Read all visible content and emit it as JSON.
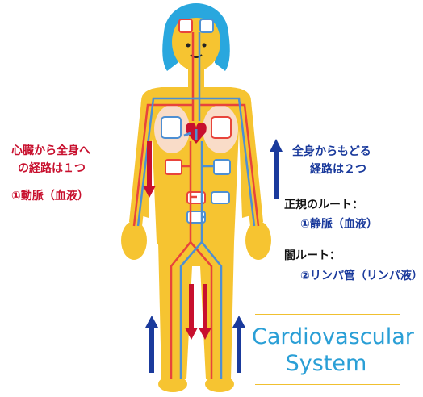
{
  "labels": {
    "artery_heading_1": "心臓から全身へ",
    "artery_heading_2": "の経路は１つ",
    "artery_route": "①動脈（血液）",
    "return_heading_1": "全身からもどる",
    "return_heading_2": "経路は２つ",
    "regular_route_heading": "正規のルート：",
    "vein_route": "①静脈（血液）",
    "hidden_route_heading": "闇ルート：",
    "lymph_route": "②リンパ管（リンパ液）"
  },
  "title": {
    "line_1": "Cardiovascular",
    "line_2": "System"
  },
  "colors": {
    "skin": "#f6c431",
    "hair": "#29a7de",
    "artery": "#e8443b",
    "vein": "#4d8fd3",
    "arrow_red": "#c8102e",
    "arrow_blue": "#1a3a9c",
    "accent_line": "#f0c030"
  }
}
